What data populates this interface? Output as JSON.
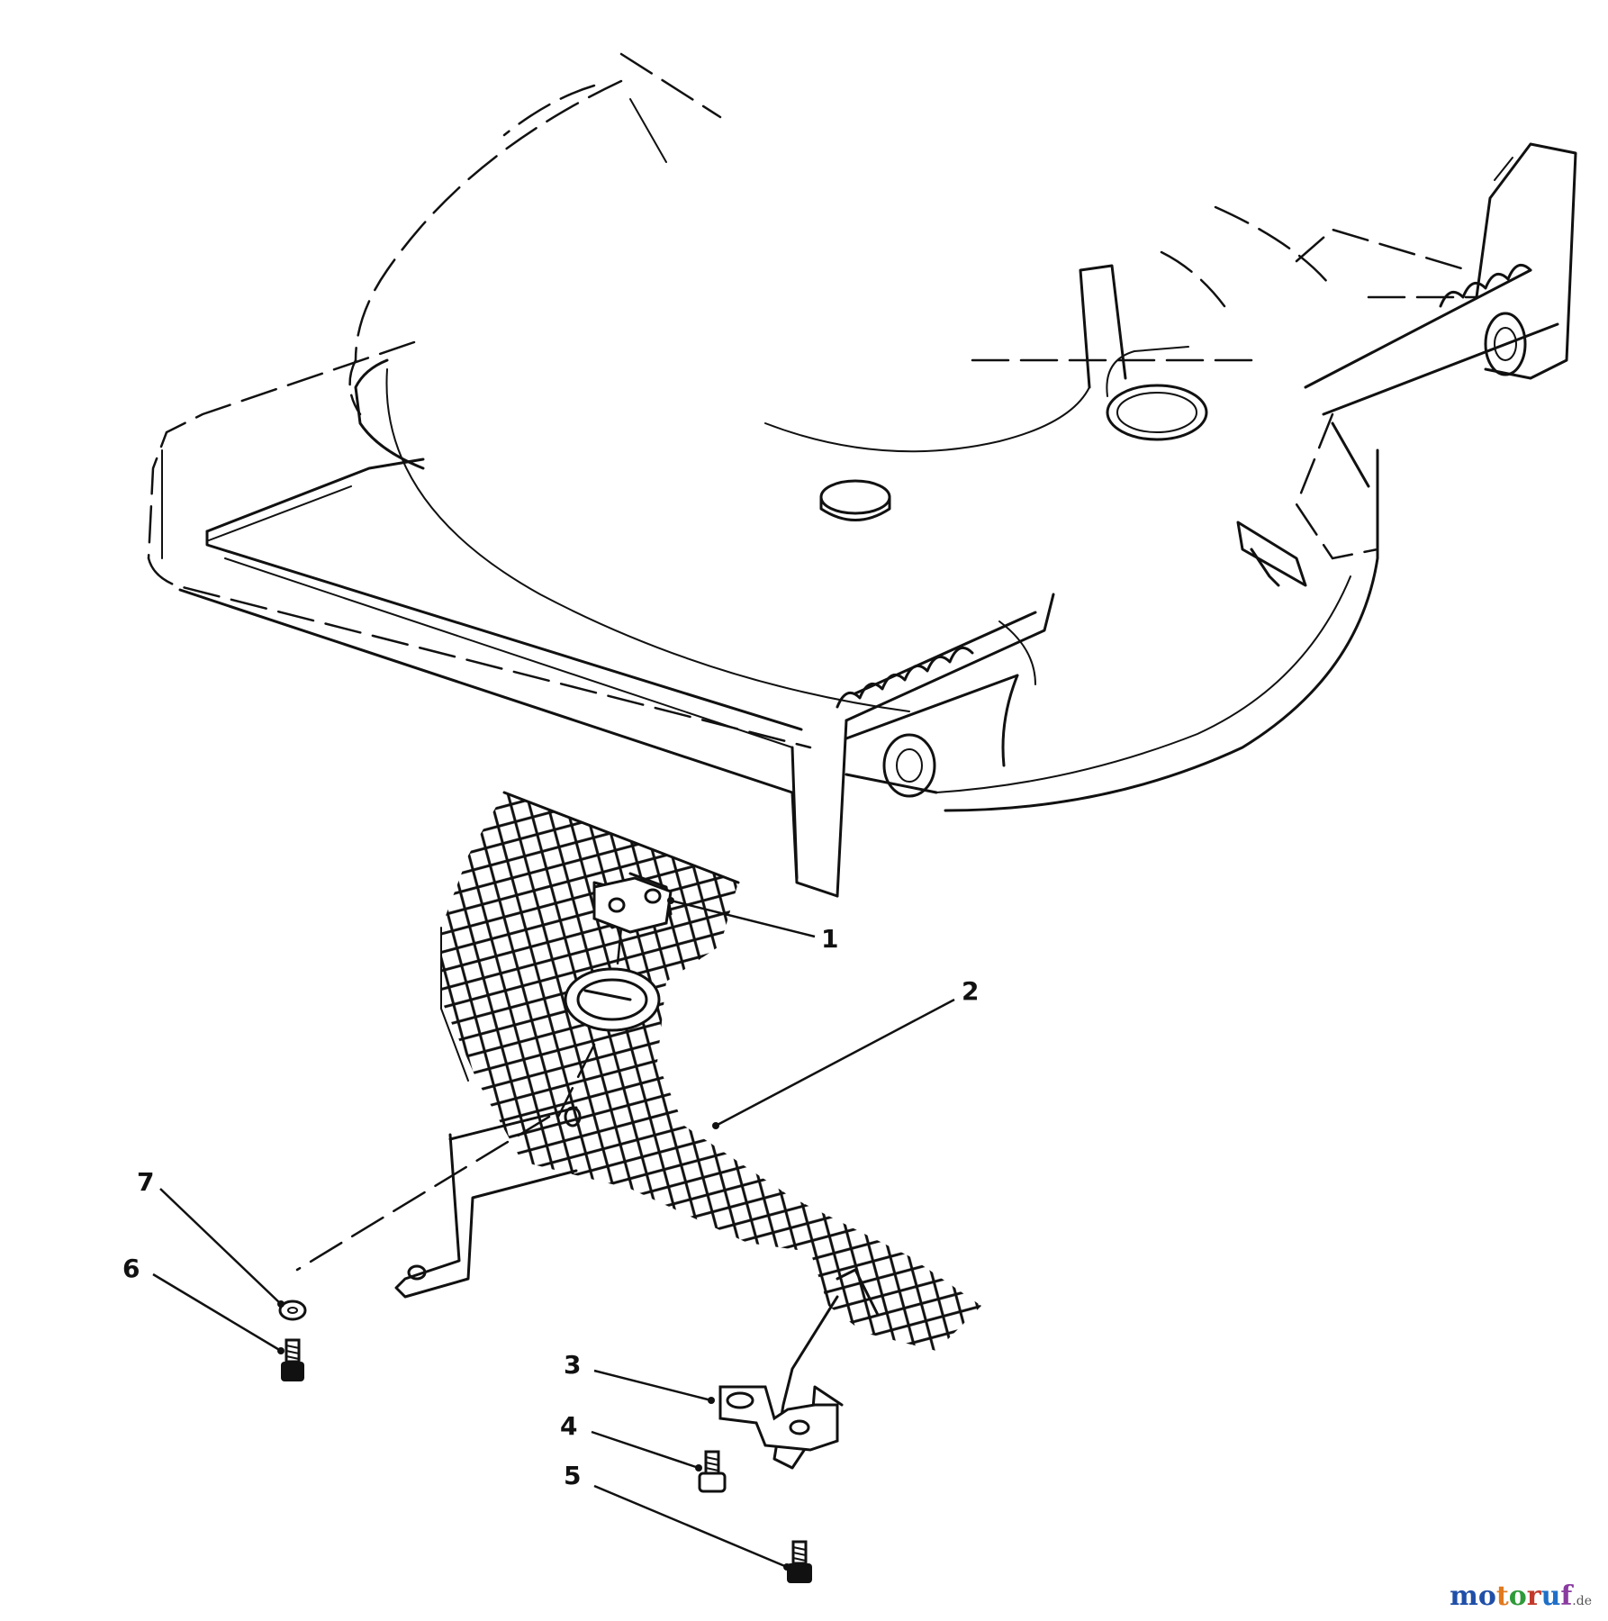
{
  "callouts": [
    {
      "id": "1",
      "label": "1"
    },
    {
      "id": "2",
      "label": "2"
    },
    {
      "id": "3",
      "label": "3"
    },
    {
      "id": "4",
      "label": "4"
    },
    {
      "id": "5",
      "label": "5"
    },
    {
      "id": "6",
      "label": "6"
    },
    {
      "id": "7",
      "label": "7"
    }
  ],
  "watermark": {
    "brand": "motoruf",
    "suffix": ".de",
    "letter_colors": [
      "#1f4fa8",
      "#1f4fa8",
      "#e07a1f",
      "#2f9a3a",
      "#c23a2b",
      "#1f6fc8",
      "#8a3aa0"
    ]
  },
  "icons": {
    "deck": "mower-deck-housing-icon",
    "screen": "leaf-shredder-screen-icon",
    "bracket": "mounting-bracket-icon",
    "screw": "screw-icon",
    "washer": "washer-icon"
  }
}
